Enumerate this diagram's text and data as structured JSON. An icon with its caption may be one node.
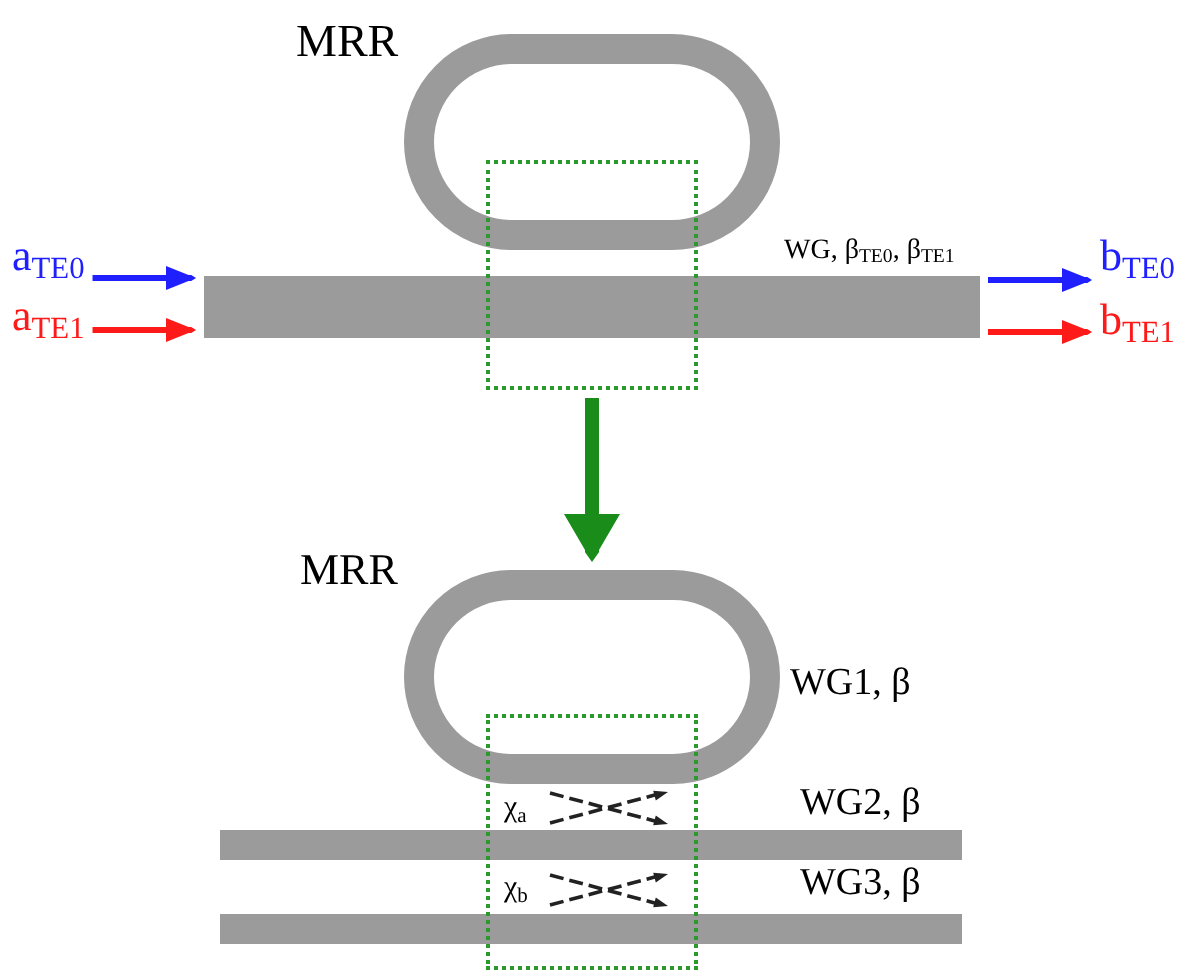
{
  "diagram": {
    "nodes": [
      {
        "text": [
          "MRR"
        ]
      },
      {
        "text": [
          "WG, β$_{TE0}$, β$_{TE1}$"
        ]
      },
      {
        "text": [],
        "shape": "box"
      },
      {
        "text": [
          "a$_{TE0}$"
        ]
      },
      {
        "text": [
          "a$_{TE1}$"
        ]
      },
      {
        "text": [
          "b$_{TE0}$"
        ]
      },
      {
        "text": [
          "b$_{TE1}$"
        ]
      },
      {
        "text": [
          "MRR"
        ],
        "beside": [
          "WG1, β"
        ]
      },
      {
        "text": [],
        "shape": "box"
      },
      {
        "text": [
          "WG2, β"
        ]
      },
      {
        "text": [
          "WG3, β"
        ]
      }
    ],
    "edges": [
      {
        "from": 3,
        "to": 1,
        "arrow": "to",
        "color": "#1f1fff"
      },
      {
        "from": 4,
        "to": 1,
        "arrow": "to",
        "color": "#ff1a1a"
      },
      {
        "from": 1,
        "to": 5,
        "arrow": "to",
        "color": "#1f1fff"
      },
      {
        "from": 1,
        "to": 6,
        "arrow": "to",
        "color": "#ff1a1a"
      },
      {
        "from": 2,
        "to": 7,
        "arrow": "to",
        "style": "thick",
        "color": "#1a8c1a"
      }
    ],
    "labels": [
      "χ$_{a}$",
      "χ$_{b}$"
    ]
  }
}
